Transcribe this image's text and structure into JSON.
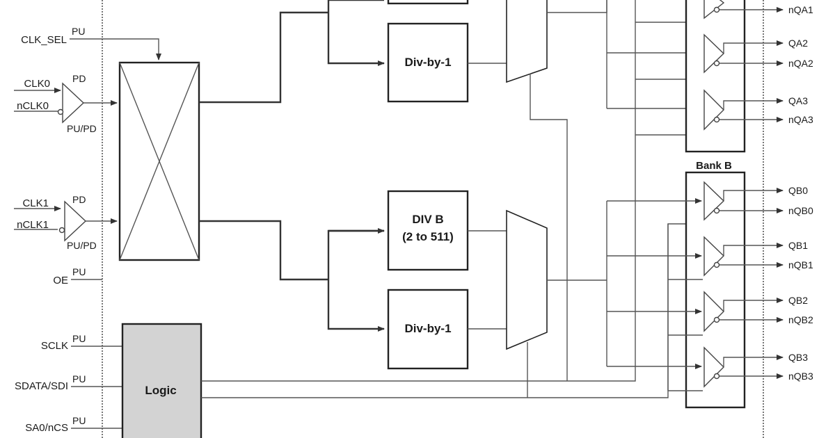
{
  "inputs": {
    "clk_sel": "CLK_SEL",
    "clk0": "CLK0",
    "nclk0": "nCLK0",
    "clk1": "CLK1",
    "nclk1": "nCLK1",
    "oe": "OE",
    "sclk": "SCLK",
    "sdata": "SDATA/SDI",
    "sa0": "SA0/nCS"
  },
  "pulls": {
    "clk_sel": "PU",
    "clk0_top": "PD",
    "clk0_bottom": "PU/PD",
    "clk1_top": "PD",
    "clk1_bottom": "PU/PD",
    "oe": "PU",
    "sclk": "PU",
    "sdata": "PU",
    "sa0": "PU"
  },
  "blocks": {
    "div_a1": "Div-by-1",
    "div_b_line1": "DIV B",
    "div_b_line2": "(2 to 511)",
    "div_b1": "Div-by-1",
    "logic": "Logic"
  },
  "banks": {
    "bank_b": "Bank B"
  },
  "outputs": {
    "a": [
      "nQA1",
      "QA2",
      "nQA2",
      "QA3",
      "nQA3"
    ],
    "b": [
      "QB0",
      "nQB0",
      "QB1",
      "nQB1",
      "QB2",
      "nQB2",
      "QB3",
      "nQB3"
    ]
  }
}
